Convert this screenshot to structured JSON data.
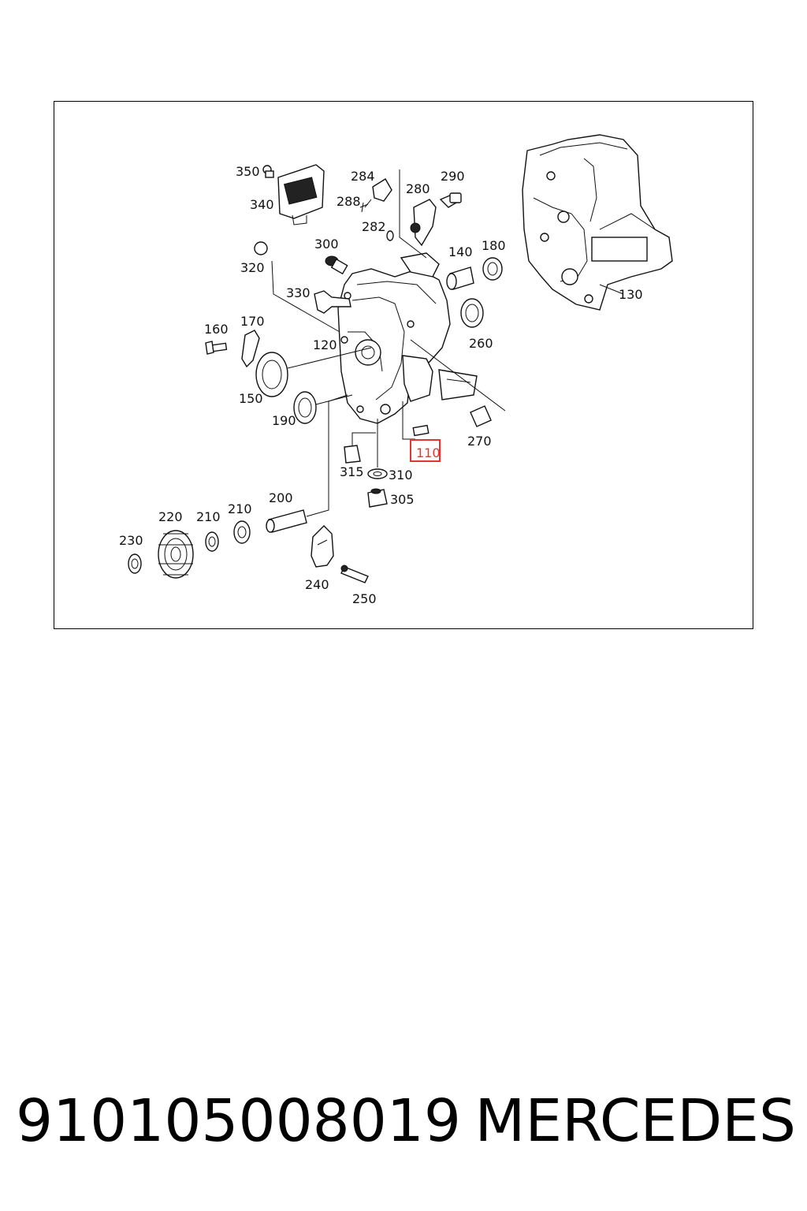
{
  "footer": {
    "part_number": "91010500801​9",
    "brand": "MERCEDES"
  },
  "diagram": {
    "highlighted_label": "110",
    "labels": {
      "l350": "350",
      "l340": "340",
      "l284": "284",
      "l288": "288",
      "l280": "280",
      "l290": "290",
      "l282": "282",
      "l300": "300",
      "l320": "320",
      "l330": "330",
      "l140": "140",
      "l180": "180",
      "l130": "130",
      "l160": "160",
      "l170": "170",
      "l120": "120",
      "l260": "260",
      "l150": "150",
      "l190": "190",
      "l270": "270",
      "l315": "315",
      "l310": "310",
      "l305": "305",
      "l200": "200",
      "l220": "220",
      "l210a": "210",
      "l210b": "210",
      "l230": "230",
      "l240": "240",
      "l250": "250"
    }
  }
}
